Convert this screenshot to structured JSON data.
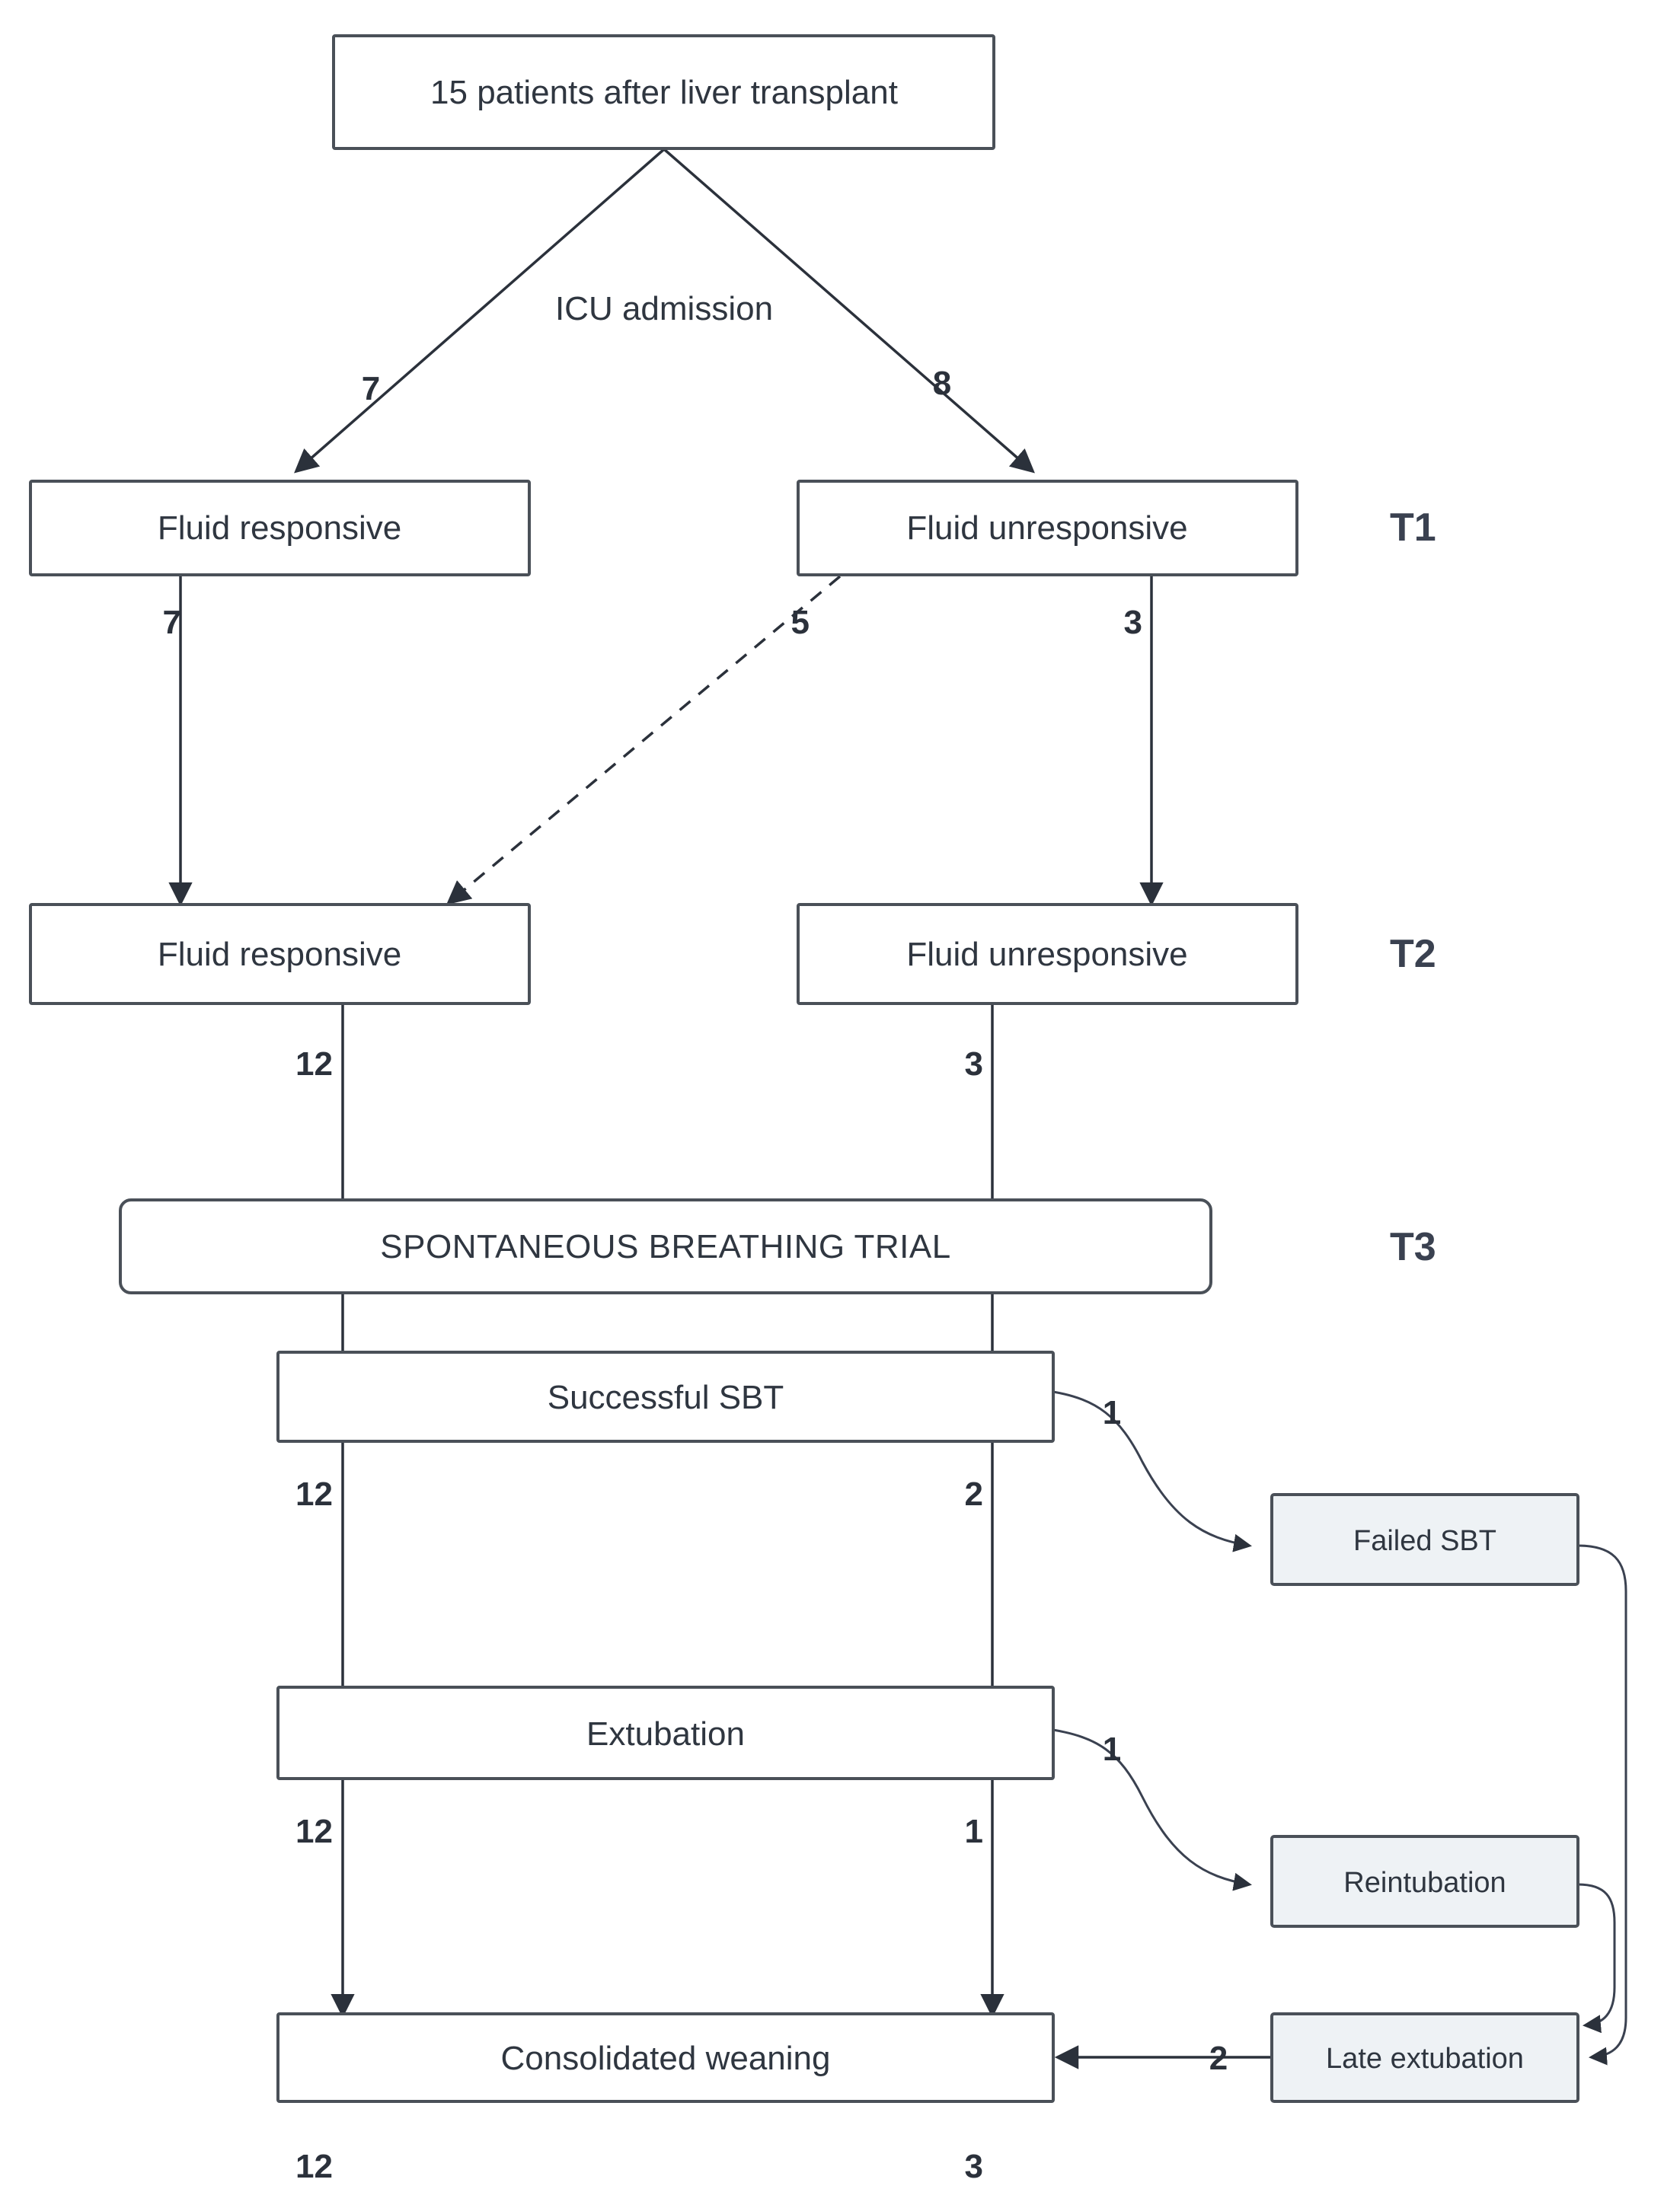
{
  "diagram": {
    "title": "Patient weaning flow after liver transplant",
    "colors": {
      "box_fill": "#ffffff",
      "box_fill_shaded": "#eef2f5",
      "box_stroke": "#4a5058",
      "text": "#2f3640",
      "phase_text": "#3a4150",
      "connector": "#2b313b"
    },
    "nodes": {
      "root": "15 patients after liver transplant",
      "t1_left": "Fluid responsive",
      "t1_right": "Fluid unresponsive",
      "t2_left": "Fluid responsive",
      "t2_right": "Fluid unresponsive",
      "sbt": "SPONTANEOUS BREATHING TRIAL",
      "successful_sbt": "Successful SBT",
      "extubation": "Extubation",
      "consolidated_weaning": "Consolidated weaning",
      "failed_sbt": "Failed SBT",
      "reintubation": "Reintubation",
      "late_extubation": "Late extubation"
    },
    "phases": {
      "t1": "T1",
      "t2": "T2",
      "t3": "T3"
    },
    "edge_labels": {
      "icu_admission": "ICU admission",
      "root_to_t1_left": "7",
      "root_to_t1_right": "8",
      "t1_left_to_t2_left": "7",
      "t1_right_to_t2_left": "5",
      "t1_right_to_t2_right": "3",
      "t2_left_to_sbt": "12",
      "t2_right_to_sbt": "3",
      "sbt_left_out": "12",
      "sbt_right_out": "2",
      "successful_to_failed": "1",
      "extubation_left_out": "12",
      "extubation_right_out": "1",
      "extubation_to_reintubation": "1",
      "late_extubation_to_weaning": "2",
      "weaning_left_out": "12",
      "weaning_right_out": "3"
    }
  }
}
